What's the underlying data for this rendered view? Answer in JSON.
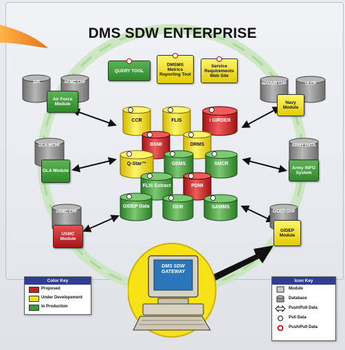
{
  "title": "DMS SDW ENTERPRISE",
  "tools": {
    "query_tool": "QUERY TOOL",
    "dmsms_metrics": "DMSMS Metrics Reporting Tool",
    "service_requirements": "Service Requirements Web Site"
  },
  "external_databases": {
    "api": "API",
    "afmc_chf": "AFMC CHF",
    "navair_chf": "NAVAIR CHF",
    "ulcp": "ULCP",
    "dla_mchf": "DLA-MCHF",
    "army_data": "ARMY DATA",
    "usmc_chf": "USMC CHF",
    "gidep_dhf": "GIDEP-DHF"
  },
  "modules": {
    "air_force": "Air Force Module",
    "navy": "Navy Module",
    "dla": "DLA Module",
    "army_info": "Army INFO System",
    "usmc": "USMC Module",
    "gidep": "GIDEP Module"
  },
  "core_databases": {
    "ccr": "CCR",
    "flis": "FLIS",
    "igirder": "i GIRDER",
    "bsmi": "BSMI",
    "drms": "DRMS",
    "qstar": "Q-Star™",
    "gems": "GEMS",
    "smcr": "SMCR",
    "flis_extract": "FLIS Extract",
    "pdmi": "PDMI",
    "gidep_data": "GIDEP Data",
    "odr": "ODR",
    "samms": "SAMMS"
  },
  "gateway": "DMS SDW GATEWAY",
  "color_key": {
    "title": "Color Key",
    "items": [
      {
        "label": "Proposed",
        "color": "#c62222"
      },
      {
        "label": "Under Developement",
        "color": "#f2e21a"
      },
      {
        "label": "In Production",
        "color": "#3b9b36"
      }
    ]
  },
  "icon_key": {
    "title": "Icon Key",
    "items": [
      "Module",
      "Database",
      "Push/Pull Data",
      "Pull Data",
      "Push/Pull Data"
    ]
  },
  "colors": {
    "production": "#3b9b36",
    "development": "#f2e21a",
    "proposed": "#c62222",
    "ring": "#b7dca9",
    "key_header": "#2f3e8f"
  }
}
